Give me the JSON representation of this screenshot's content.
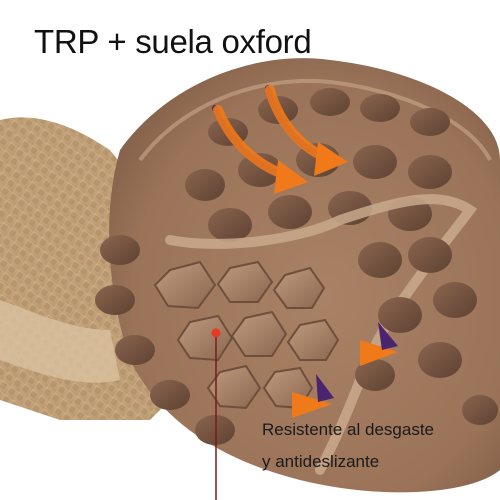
{
  "headline": "TRP + suela oxford",
  "caption": {
    "line1": "Resistente al desgaste",
    "line2": "y antideslizante"
  },
  "colors": {
    "background": "#ffffff",
    "sole_rubber": "#9c7558",
    "sole_shadow": "#6f4f3c",
    "sole_highlight": "#c9a98c",
    "upper_mesh": "#c5a47a",
    "arrow_orange": "#f07a1a",
    "arrow_purple": "#4b2470",
    "text": "#111111"
  },
  "icons": {
    "top_arrows": "curved-arrow-icon",
    "side_arrows": "pointer-arrow-icon",
    "marker": "red-dot-marker"
  }
}
